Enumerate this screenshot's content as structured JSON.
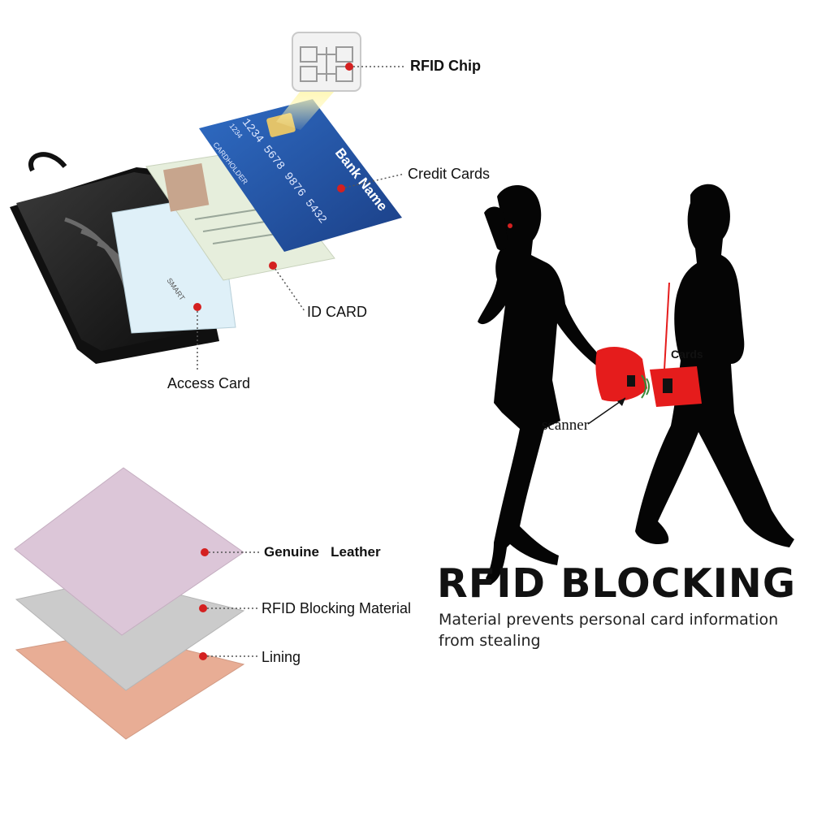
{
  "callouts": {
    "rfid_chip": "RFID Chip",
    "credit_cards": "Credit Cards",
    "id_card": "ID CARD",
    "access_card": "Access Card"
  },
  "credit_card": {
    "number_line1": "1234  5678  9876  5432",
    "small_code": "1234",
    "holder": "CARDHOLDER",
    "bank": "Bank Name"
  },
  "access_card_text": "SMART",
  "layers": {
    "genuine_leather": "Genuine   Leather",
    "rfid_blocking_material": "RFID Blocking Material",
    "lining": "Lining"
  },
  "illustration": {
    "scanner": "scanner",
    "cards": "Cards"
  },
  "headline": "RFID BLOCKING",
  "subline": "Material prevents personal card information from stealing",
  "colors": {
    "dot_red": "#d42020",
    "card_blue": "#2a5db0",
    "leather": "#d9c3d6",
    "blocking": "#c9c9c9",
    "lining": "#e8ad95",
    "bag_red": "#e51c1c"
  }
}
